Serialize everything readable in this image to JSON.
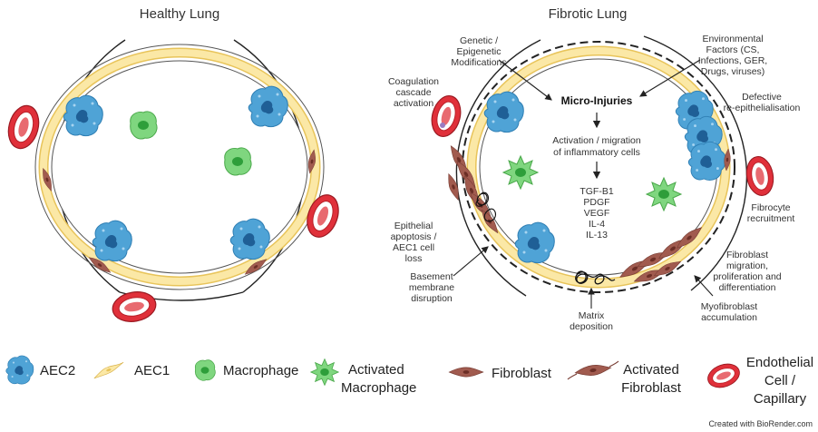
{
  "healthy": {
    "title": "Healthy Lung"
  },
  "fibrotic": {
    "title": "Fibrotic Lung",
    "labels": {
      "genetic": [
        "Genetic /",
        "Epigenetic",
        "Modifications"
      ],
      "environmental": [
        "Environmental",
        "Factors (CS,",
        "Infections, GER,",
        "Drugs, viruses)"
      ],
      "coagulation": [
        "Coagulation",
        "cascade",
        "activation"
      ],
      "defective": [
        "Defective",
        "re-epithelialisation"
      ],
      "fibrocyte": [
        "Fibrocyte",
        "recruitment"
      ],
      "epithelial": [
        "Epithelial",
        "apoptosis /",
        "AEC1 cell",
        "loss"
      ],
      "basement": [
        "Basement",
        "membrane",
        "disruption"
      ],
      "matrix": [
        "Matrix",
        "deposition"
      ],
      "fibroblast_mig": [
        "Fibroblast",
        "migration,",
        "proliferation and",
        "differentiation"
      ],
      "myofibroblast": [
        "Myofibroblast",
        "accumulation"
      ]
    },
    "center": {
      "micro_injuries": "Micro-Injuries",
      "activation": [
        "Activation / migration",
        "of inflammatory cells"
      ],
      "factors": [
        "TGF-B1",
        "PDGF",
        "VEGF",
        "IL-4",
        "IL-13"
      ]
    }
  },
  "legend": {
    "aec2": "AEC2",
    "aec1": "AEC1",
    "macrophage": "Macrophage",
    "activated_macrophage": [
      "Activated",
      "Macrophage"
    ],
    "fibroblast": "Fibroblast",
    "activated_fibroblast": [
      "Activated",
      "Fibroblast"
    ],
    "endothelial": [
      "Endothelial",
      "Cell /",
      "Capillary"
    ]
  },
  "credit": "Created with BioRender.com",
  "colors": {
    "aec2": "#4fa3d6",
    "aec1": "#fbe8a6",
    "macrophage": "#5cc85c",
    "fibroblast": "#a15b4f",
    "capillary": "#e0303a"
  }
}
